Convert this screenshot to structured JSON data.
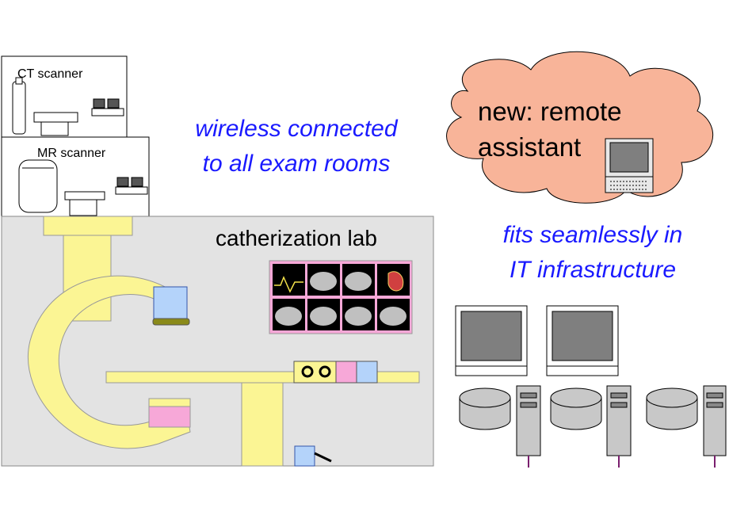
{
  "rooms": {
    "ct_label": "CT scanner",
    "mr_label": "MR scanner",
    "cathlab_label": "catherization lab"
  },
  "callouts": {
    "wireless_line1": "wireless connected",
    "wireless_line2": "to all exam rooms",
    "it_line1": "fits seamlessly in",
    "it_line2": "IT infrastructure"
  },
  "cloud": {
    "line1": "new: remote",
    "line2": "assistant"
  },
  "colors": {
    "callout_text": "#1a1aff",
    "cloud_fill": "#f8b499",
    "lab_floor": "#e3e3e3",
    "carm_yellow": "#fbf594",
    "detector_blue": "#b4d3fa",
    "tube_pink": "#f7a8d8",
    "monitor_screen": "#7f7f7f",
    "cable_purple": "#7a1f6e"
  },
  "icons": [
    "ct-scanner-icon",
    "mr-scanner-icon",
    "c-arm-icon",
    "laptop-icon",
    "workstation-monitor-icon",
    "disk-storage-icon",
    "server-tower-icon"
  ]
}
